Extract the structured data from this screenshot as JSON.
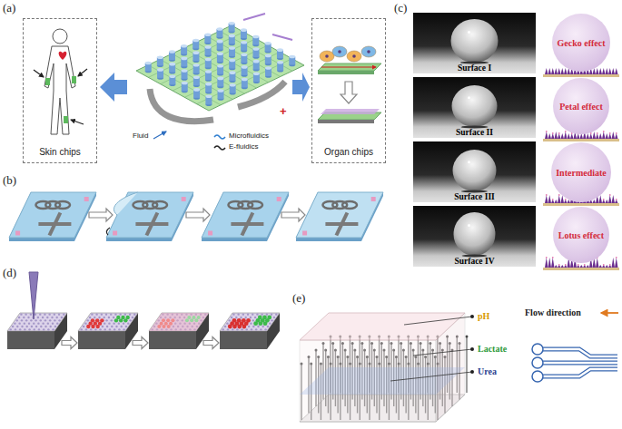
{
  "diagram": {
    "nodes": [
      {
        "text": [
          "Skin chips"
        ]
      },
      {
        "text": [
          "Organ chips"
        ]
      },
      {
        "text": [
          "Surface I"
        ]
      },
      {
        "text": [
          "Gecko effect"
        ]
      },
      {
        "text": [
          "Surface II"
        ]
      },
      {
        "text": [
          "Petal effect"
        ]
      },
      {
        "text": [
          "Surface III"
        ]
      },
      {
        "text": [
          "Intermediate"
        ]
      },
      {
        "text": [
          "Surface IV"
        ]
      },
      {
        "text": [
          "Lotus effect"
        ]
      }
    ],
    "labels": [
      "(a)",
      "(b)",
      "(c)",
      "(d)",
      "(e)",
      "Microfluidics",
      "E-fluidics",
      "Fluid",
      "+",
      "pH",
      "Lactate",
      "Urea",
      "Flow direction"
    ]
  }
}
